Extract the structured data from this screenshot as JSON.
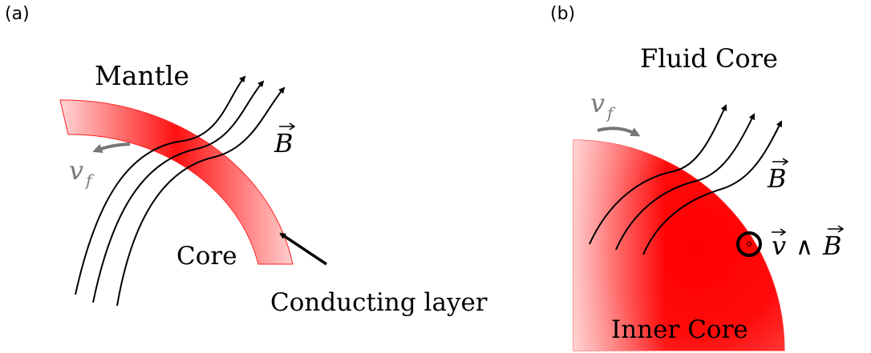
{
  "panel_a": {
    "label": "(a)",
    "mantle_label": "Mantle",
    "core_label": "Core",
    "conducting_layer_label": "Conducting layer",
    "velocity_label": "v",
    "velocity_subscript": "f",
    "field_label": "B"
  },
  "panel_b": {
    "label": "(b)",
    "fluid_core_label": "Fluid Core",
    "inner_core_label": "Inner Core",
    "velocity_label": "v",
    "velocity_subscript": "f",
    "field_label": "B",
    "cross_v": "v",
    "cross_op": "∧",
    "cross_b": "B"
  },
  "colors": {
    "red": "#ff0000",
    "light_red": "#ffd4d4",
    "grey_arrow": "#7a7a7a",
    "line": "#000000"
  }
}
